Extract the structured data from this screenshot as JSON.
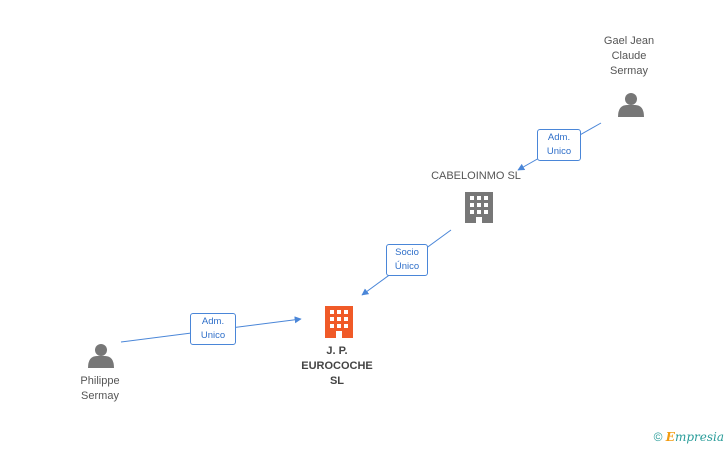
{
  "nodes": {
    "gael": {
      "label": "Gael Jean\nClaude\nSermay",
      "type": "person"
    },
    "cabeloinmo": {
      "label": "CABELOINMO SL",
      "type": "company"
    },
    "jp_eurocoche": {
      "label": "J. P.\nEUROCOCHE\nSL",
      "type": "company-main"
    },
    "philippe": {
      "label": "Philippe\nSermay",
      "type": "person"
    }
  },
  "edges": {
    "gael_to_cabeloinmo": {
      "label": "Adm.\nUnico"
    },
    "cabeloinmo_to_jp": {
      "label": "Socio\nÚnico"
    },
    "philippe_to_jp": {
      "label": "Adm.\nUnico"
    }
  },
  "watermark": {
    "copyright": "©",
    "brand_e": "E",
    "brand_rest": "mpresia"
  },
  "colors": {
    "edge": "#4a86d8",
    "person_icon": "#777777",
    "company_icon": "#777777",
    "main_company_icon": "#f05a28"
  }
}
